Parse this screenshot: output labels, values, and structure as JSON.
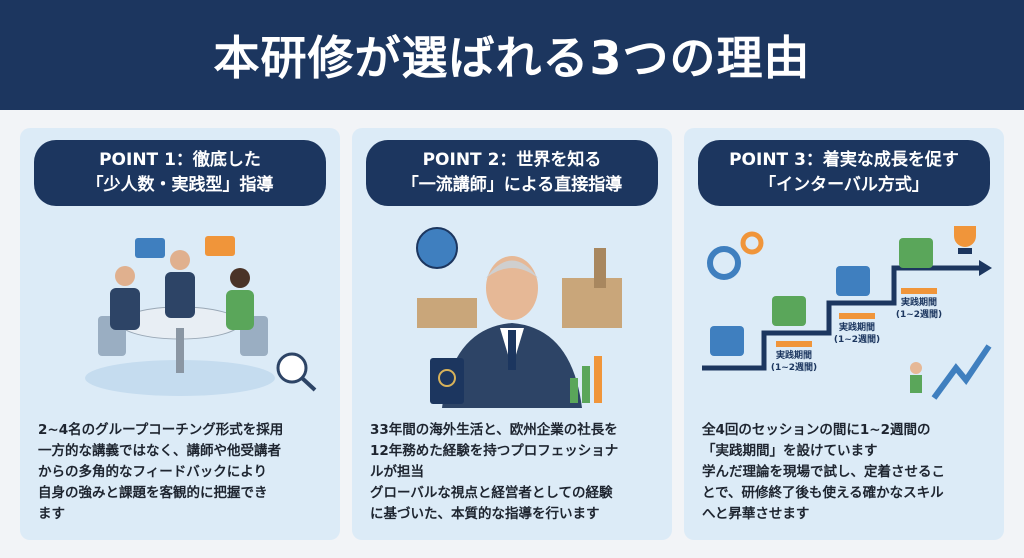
{
  "title": "本研修が選ばれる3つの理由",
  "points": [
    {
      "heading": [
        "POINT 1：徹底した",
        "「少人数・実践型」指導"
      ],
      "body": [
        "2~4名のグループコーチング形式を採用",
        "一方的な講義ではなく、講師や他受講者",
        "からの多角的なフィードバックにより",
        "自身の強みと課題を客観的に把握でき",
        "ます"
      ]
    },
    {
      "heading": [
        "POINT 2：世界を知る",
        "「一流講師」による直接指導"
      ],
      "body": [
        "33年間の海外生活と、欧州企業の社長を",
        "12年務めた経験を持つプロフェッショナ",
        "ルが担当",
        "グローバルな視点と経営者としての経験",
        "に基づいた、本質的な指導を行います"
      ]
    },
    {
      "heading": [
        "POINT 3：着実な成長を促す",
        "「インターバル方式」"
      ],
      "body": [
        "全4回のセッションの間に1~2週間の",
        "「実践期間」を設けています",
        "学んだ理論を現場で試し、定着させるこ",
        "とで、研修終了後も使える確かなスキル",
        "へと昇華させます"
      ],
      "steps": [
        "実践期間",
        "(1~2週間)"
      ]
    }
  ],
  "colors": {
    "navy": "#1c365f",
    "card": "#dcebf7",
    "orange": "#f0953a",
    "green": "#5aa65a",
    "blue": "#3f7fbf"
  }
}
